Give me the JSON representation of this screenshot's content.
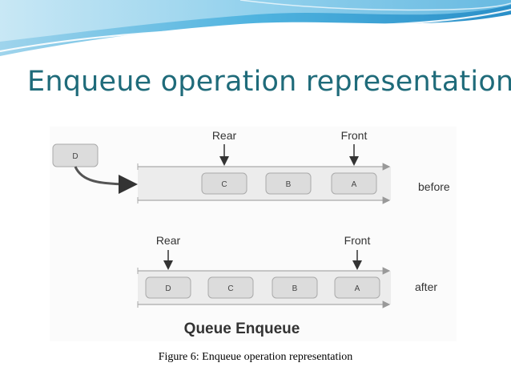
{
  "slide": {
    "title": "Enqueue operation representation",
    "accent_color": "#1f6b7a"
  },
  "diagram": {
    "title": "Queue Enqueue",
    "new_element": "D",
    "before": {
      "state_label": "before",
      "elements": [
        "C",
        "B",
        "A"
      ],
      "rear_label": "Rear",
      "front_label": "Front"
    },
    "after": {
      "state_label": "after",
      "elements": [
        "D",
        "C",
        "B",
        "A"
      ],
      "rear_label": "Rear",
      "front_label": "Front"
    }
  },
  "caption": "Figure 6: Enqueue operation representation"
}
